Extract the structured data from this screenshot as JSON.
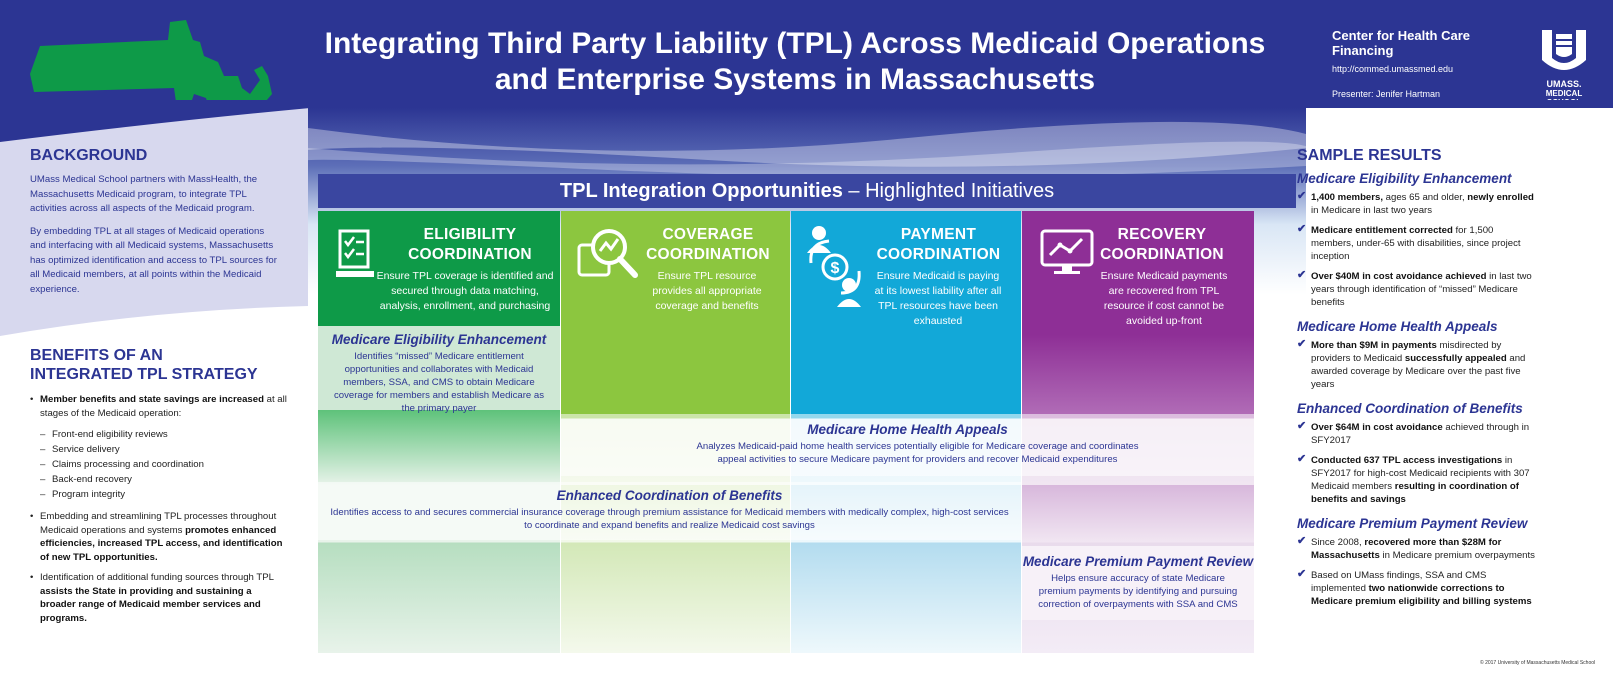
{
  "header": {
    "title_line1": "Integrating Third Party Liability (TPL) Across Medicaid Operations",
    "title_line2": "and Enterprise Systems in Massachusetts",
    "org_name": "Center for Health Care Financing",
    "org_url": "http://commed.umassmed.edu",
    "presenter": "Presenter: Jenifer Hartman",
    "logo_line1": "UMASS.",
    "logo_line2": "MEDICAL",
    "logo_line3": "SCHOOL"
  },
  "background": {
    "heading": "BACKGROUND",
    "para1": "UMass Medical School partners with MassHealth, the Massachusetts Medicaid program, to integrate TPL activities across all aspects of the Medicaid program.",
    "para2": "By embedding TPL at all stages of Medicaid operations and interfacing with all Medicaid systems, Massachusetts has optimized identification and access to TPL sources for all Medicaid members, at all points within the Medicaid experience."
  },
  "benefits": {
    "heading_line1": "BENEFITS OF AN",
    "heading_line2": "INTEGRATED TPL STRATEGY",
    "b1_bold": "Member benefits and state savings are increased",
    "b1_rest": "at all stages of the Medicaid operation:",
    "subs": [
      "Front-end eligibility reviews",
      "Service delivery",
      "Claims processing and coordination",
      "Back-end recovery",
      "Program integrity"
    ],
    "b2_pre": "Embedding and streamlining TPL processes throughout Medicaid operations and systems",
    "b2_bold": "promotes enhanced efficiencies, increased TPL access, and identification of new TPL opportunities.",
    "b3_pre": "Identification of additional funding sources through TPL",
    "b3_bold": "assists the State in providing and sustaining a broader range of Medicaid member services and programs."
  },
  "grid": {
    "title_main": "TPL Integration Opportunities",
    "title_rest": " – Highlighted Initiatives",
    "columns": [
      {
        "title1": "ELIGIBILITY",
        "title2": "COORDINATION",
        "desc": "Ensure TPL coverage is identified and secured through data matching, analysis, enrollment, and purchasing",
        "icon": "checklist-icon"
      },
      {
        "title1": "COVERAGE",
        "title2": "COORDINATION",
        "desc": "Ensure TPL resource provides all appropriate coverage and benefits",
        "icon": "magnifier-chart-icon"
      },
      {
        "title1": "PAYMENT",
        "title2": "COORDINATION",
        "desc": "Ensure Medicaid is paying at its lowest liability after all TPL resources have been exhausted",
        "icon": "people-dollar-icon"
      },
      {
        "title1": "RECOVERY",
        "title2": "COORDINATION",
        "desc": "Ensure Medicaid payments are recovered from TPL resource if cost cannot be avoided up-front",
        "icon": "monitor-chart-icon"
      }
    ],
    "colors": {
      "green_dark": "#0e9a48",
      "green_light": "#8cc63f",
      "blue": "#12a8d8",
      "purple": "#8e2f96"
    },
    "initiatives": [
      {
        "title": "Medicare Eligibility Enhancement",
        "desc": "Identifies “missed” Medicare entitlement opportunities and collaborates with Medicaid members, SSA, and CMS to obtain Medicare coverage for members and establish Medicare as the primary payer"
      },
      {
        "title": "Medicare Home Health Appeals",
        "desc": "Analyzes Medicaid-paid home health services potentially eligible for Medicare coverage and coordinates appeal activities to secure Medicare payment for providers and recover Medicaid expenditures"
      },
      {
        "title": "Enhanced Coordination of Benefits",
        "desc": "Identifies access to and secures commercial insurance coverage through premium assistance for Medicaid members with medically complex, high-cost services to coordinate and expand benefits and realize Medicaid cost savings"
      },
      {
        "title": "Medicare Premium Payment Review",
        "desc": "Helps ensure accuracy of state Medicare premium payments by identifying and pursuing correction of overpayments with SSA and CMS"
      }
    ]
  },
  "results": {
    "heading": "SAMPLE RESULTS",
    "groups": [
      {
        "title": "Medicare Eligibility Enhancement",
        "items": [
          {
            "pre": "",
            "bold": "1,400 members,",
            "post": " ages 65 and older, ",
            "bold2": "newly enrolled",
            "post2": " in Medicare in last two years"
          },
          {
            "pre": "",
            "bold": "Medicare entitlement corrected",
            "post": " for 1,500 members, under-65 with disabilities, since project inception",
            "bold2": "",
            "post2": ""
          },
          {
            "pre": "",
            "bold": "Over $40M in cost avoidance achieved",
            "post": " in last two years through identification of “missed” Medicare benefits",
            "bold2": "",
            "post2": ""
          }
        ]
      },
      {
        "title": "Medicare Home Health Appeals",
        "items": [
          {
            "pre": "",
            "bold": "More than $9M in payments",
            "post": " misdirected by providers to Medicaid ",
            "bold2": "successfully appealed",
            "post2": " and awarded coverage by Medicare over the past five years"
          }
        ]
      },
      {
        "title": "Enhanced Coordination of Benefits",
        "items": [
          {
            "pre": "",
            "bold": "Over $64M in cost avoidance",
            "post": " achieved through in SFY2017",
            "bold2": "",
            "post2": ""
          },
          {
            "pre": "",
            "bold": "Conducted 637 TPL access investigations",
            "post": " in SFY2017 for high-cost Medicaid recipients with 307 Medicaid members ",
            "bold2": "resulting in coordination of benefits and savings",
            "post2": ""
          }
        ]
      },
      {
        "title": "Medicare Premium Payment Review",
        "items": [
          {
            "pre": "Since 2008, ",
            "bold": "recovered more than $28M for Massachusetts",
            "post": " in Medicare premium overpayments",
            "bold2": "",
            "post2": ""
          },
          {
            "pre": "Based on UMass findings, SSA and CMS implemented ",
            "bold": "two nationwide corrections to Medicare premium eligibility and billing systems",
            "post": "",
            "bold2": "",
            "post2": ""
          }
        ]
      }
    ]
  },
  "footer": {
    "copyright": "© 2017 University of Massachusetts Medical School"
  }
}
